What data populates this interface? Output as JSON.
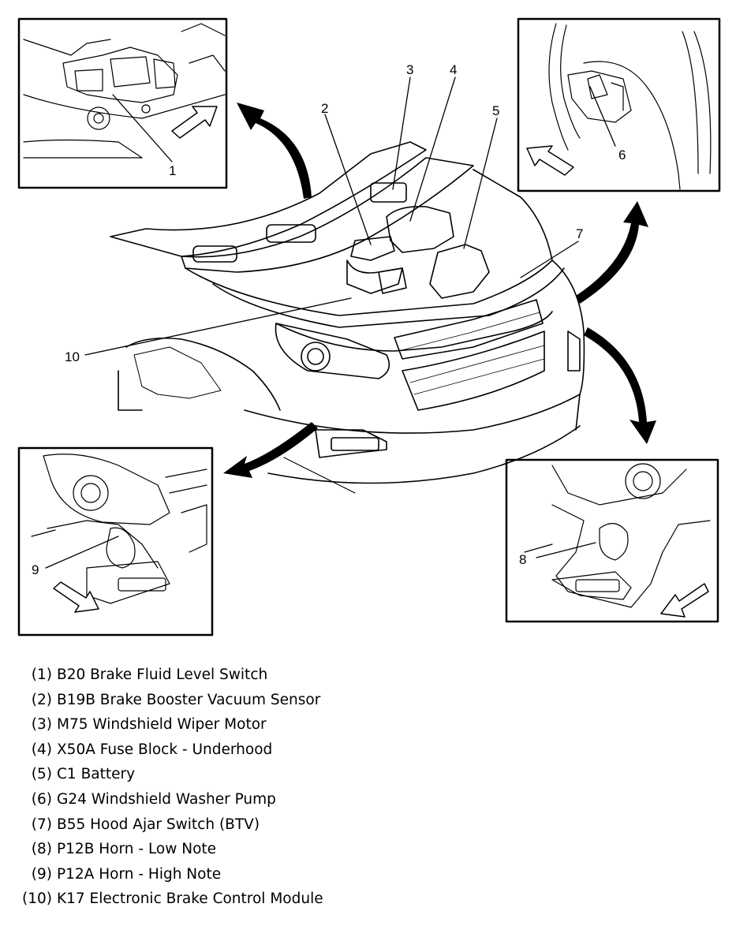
{
  "callouts": [
    "1",
    "2",
    "3",
    "4",
    "5",
    "6",
    "7",
    "8",
    "9",
    "10"
  ],
  "legend": [
    {
      "num": "(1)",
      "text": "B20 Brake Fluid Level Switch"
    },
    {
      "num": "(2)",
      "text": "B19B Brake Booster Vacuum Sensor"
    },
    {
      "num": "(3)",
      "text": "M75 Windshield Wiper Motor"
    },
    {
      "num": "(4)",
      "text": "X50A Fuse Block - Underhood"
    },
    {
      "num": "(5)",
      "text": "C1 Battery"
    },
    {
      "num": "(6)",
      "text": "G24 Windshield Washer Pump"
    },
    {
      "num": "(7)",
      "text": "B55 Hood Ajar Switch (BTV)"
    },
    {
      "num": "(8)",
      "text": "P12B Horn - Low Note"
    },
    {
      "num": "(9)",
      "text": "P12A Horn - High Note"
    },
    {
      "num": "(10)",
      "text": "K17 Electronic Brake Control Module"
    }
  ]
}
